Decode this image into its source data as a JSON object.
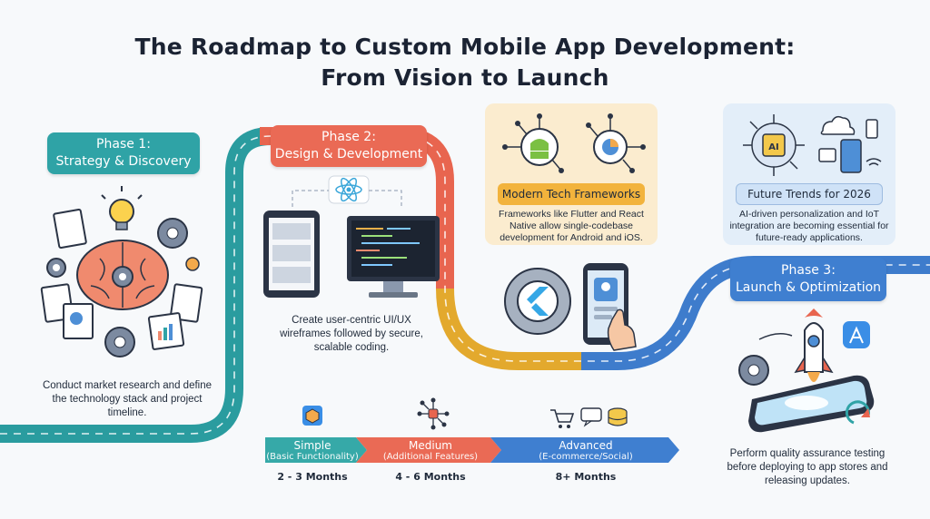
{
  "title": {
    "line1": "The Roadmap to Custom Mobile App Development:",
    "line2": "From Vision to Launch"
  },
  "phases": [
    {
      "label_line1": "Phase 1:",
      "label_line2": "Strategy & Discovery",
      "description": "Conduct market research and define the technology stack and project timeline.",
      "color": "#2fa3a6"
    },
    {
      "label_line1": "Phase 2:",
      "label_line2": "Design & Development",
      "description": "Create user-centric UI/UX wireframes followed by secure, scalable coding.",
      "color": "#ea6a55"
    },
    {
      "label_line1": "Phase 3:",
      "label_line2": "Launch & Optimization",
      "description": "Perform quality assurance testing before deploying to app stores and releasing updates.",
      "color": "#3f7fd0"
    }
  ],
  "cards": {
    "frameworks": {
      "badge": "Modern Tech Frameworks",
      "text": "Frameworks like Flutter and React Native allow single-codebase development for Android and iOS.",
      "color": "#fbeccf"
    },
    "trends": {
      "badge": "Future Trends for 2026",
      "text": "AI-driven personalization and IoT integration are becoming essential for future-ready applications.",
      "color": "#e3eef9"
    }
  },
  "timeline": [
    {
      "name": "Simple",
      "sub": "(Basic Functionality)",
      "time": "2 - 3 Months",
      "color": "#2fa3a6"
    },
    {
      "name": "Medium",
      "sub": "(Additional Features)",
      "time": "4 - 6 Months",
      "color": "#ea6a55"
    },
    {
      "name": "Advanced",
      "sub": "(E-commerce/Social)",
      "time": "8+ Months",
      "color": "#3f7fd0"
    }
  ],
  "icons": [
    "brain-gears-icon",
    "lightbulb-icon",
    "documents-icon",
    "tablet-wireframe-icon",
    "code-monitor-icon",
    "react-icon",
    "android-icon",
    "network-icon",
    "flutter-gear-icon",
    "phone-hand-icon",
    "ai-chip-icon",
    "iot-devices-icon",
    "rocket-phone-icon",
    "app-store-icon",
    "gear-icon",
    "refresh-icon",
    "cube-icon",
    "cart-chat-database-icon"
  ]
}
